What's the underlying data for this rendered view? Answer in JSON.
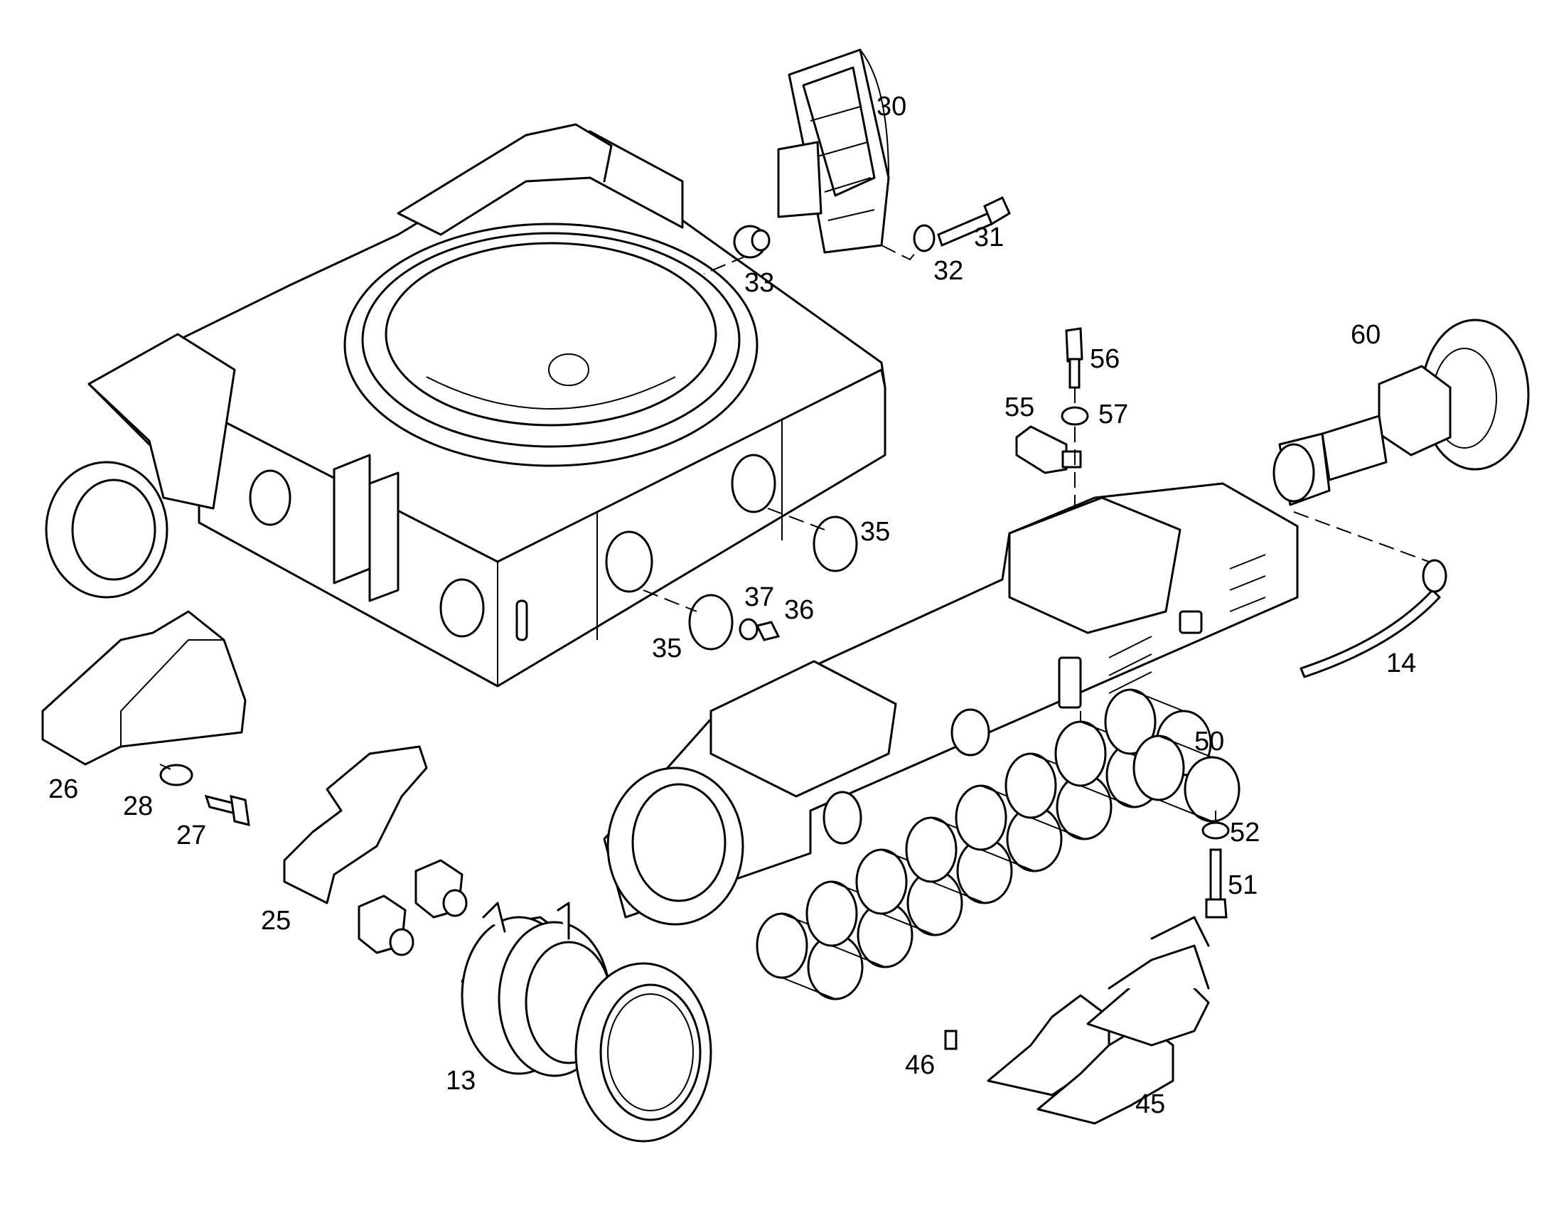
{
  "diagram": {
    "callouts": [
      {
        "id": "c30",
        "text": "30"
      },
      {
        "id": "c31",
        "text": "31"
      },
      {
        "id": "c32",
        "text": "32"
      },
      {
        "id": "c33",
        "text": "33"
      },
      {
        "id": "c60",
        "text": "60"
      },
      {
        "id": "c56",
        "text": "56"
      },
      {
        "id": "c55",
        "text": "55"
      },
      {
        "id": "c57",
        "text": "57"
      },
      {
        "id": "c35a",
        "text": "35"
      },
      {
        "id": "c37",
        "text": "37"
      },
      {
        "id": "c36",
        "text": "36"
      },
      {
        "id": "c35b",
        "text": "35"
      },
      {
        "id": "c14",
        "text": "14"
      },
      {
        "id": "c50",
        "text": "50"
      },
      {
        "id": "c52",
        "text": "52"
      },
      {
        "id": "c51",
        "text": "51"
      },
      {
        "id": "c26",
        "text": "26"
      },
      {
        "id": "c28",
        "text": "28"
      },
      {
        "id": "c27",
        "text": "27"
      },
      {
        "id": "c25",
        "text": "25"
      },
      {
        "id": "c13",
        "text": "13"
      },
      {
        "id": "c46",
        "text": "46"
      },
      {
        "id": "c45",
        "text": "45"
      }
    ]
  }
}
